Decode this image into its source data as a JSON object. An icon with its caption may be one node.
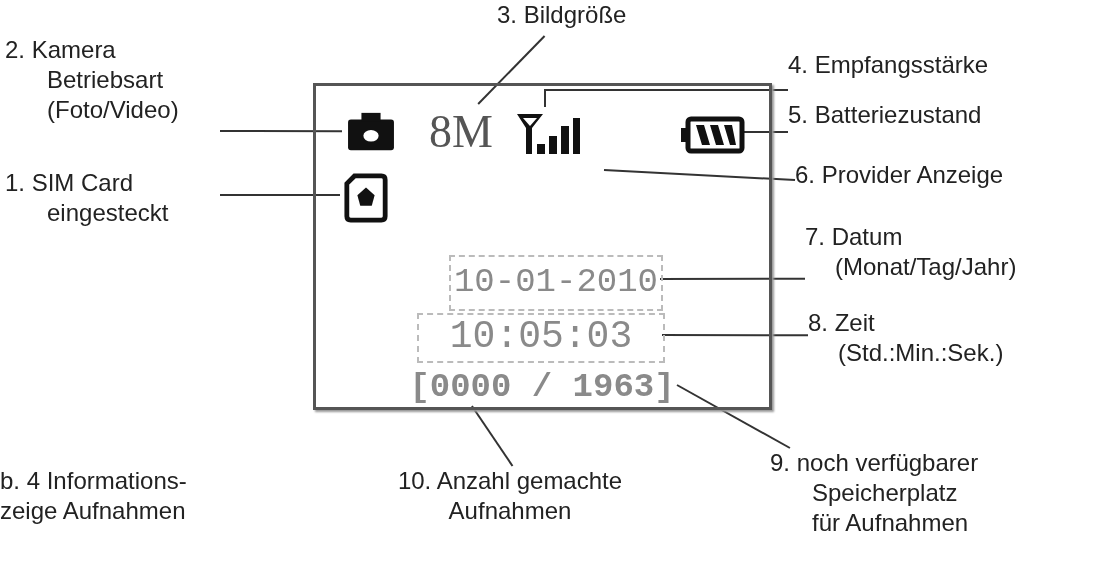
{
  "diagram": {
    "caption": "b. 4 Informations- zeige Aufnahmen",
    "nodes": [
      {
        "text": [],
        "shape": "box"
      },
      {
        "text": [],
        "shape": "icon",
        "in": 0
      },
      {
        "text": [
          "8M"
        ],
        "in": 0
      },
      {
        "text": [],
        "shape": "icon",
        "in": 0
      },
      {
        "text": [],
        "shape": "icon",
        "in": 0
      },
      {
        "text": [],
        "shape": "icon",
        "in": 0
      },
      {
        "text": [
          "10-01-2010"
        ],
        "in": 0
      },
      {
        "text": [
          "10:05:03"
        ],
        "in": 0
      },
      {
        "text": [
          "[0000 / 1963]"
        ],
        "in": 0
      },
      {
        "text": [
          "2. Kamera Betriebsart (Foto/Video)"
        ]
      },
      {
        "text": [
          "1. SIM Card eingesteckt"
        ]
      },
      {
        "text": [
          "3. Bildgröße"
        ]
      },
      {
        "text": [
          "4. Empfangsstärke"
        ]
      },
      {
        "text": [
          "5. Batteriezustand"
        ]
      },
      {
        "text": [
          "6. Provider Anzeige"
        ]
      },
      {
        "text": [
          "7. Datum (Monat/Tag/Jahr)"
        ]
      },
      {
        "text": [
          "8. Zeit (Std.:Min.:Sek.)"
        ]
      },
      {
        "text": [
          "9. noch verfügbarer Speicherplatz für Aufnahmen"
        ]
      },
      {
        "text": [
          "10. Anzahl gemachte Aufnahmen"
        ]
      }
    ],
    "edges": [
      {
        "from": 9,
        "to": 1,
        "arrow": "none"
      },
      {
        "from": 10,
        "to": 5,
        "arrow": "none"
      },
      {
        "from": 11,
        "to": 2,
        "arrow": "none"
      },
      {
        "from": 12,
        "to": 3,
        "arrow": "none"
      },
      {
        "from": 13,
        "to": 4,
        "arrow": "none"
      },
      {
        "from": 14,
        "to": null,
        "arrow": "none"
      },
      {
        "from": 15,
        "to": 6,
        "arrow": "none"
      },
      {
        "from": 16,
        "to": 7,
        "arrow": "none"
      },
      {
        "from": 17,
        "to": 8,
        "arrow": "none"
      },
      {
        "from": 18,
        "to": 8,
        "arrow": "none"
      }
    ]
  }
}
